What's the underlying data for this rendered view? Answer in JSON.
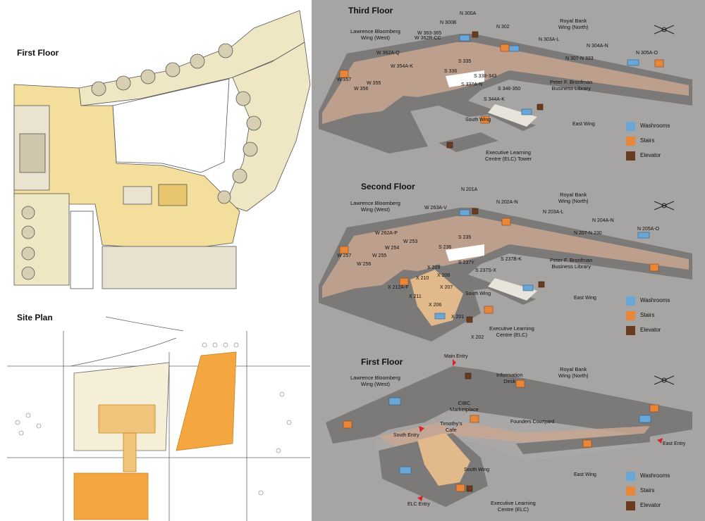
{
  "left": {
    "first_floor_title": "First Floor",
    "site_plan_title": "Site Plan"
  },
  "third_floor": {
    "title": "Third Floor",
    "labels": {
      "n300a": "N 300A",
      "n300b": "N 300B",
      "n302": "N 302",
      "w363": "W 363-365",
      "w362r": "W 362R-CC",
      "w362a": "W 362A-Q",
      "w354": "W 354A-K",
      "w357": "W 357",
      "w355": "W 355",
      "w356": "W 356",
      "s335": "S 335",
      "s336": "S 336",
      "s338": "S 338-343",
      "s337": "S 337A-N",
      "s346": "S 346-350",
      "s344": "S 344A-K",
      "n303": "N 303A-L",
      "n304": "N 304A-N",
      "n305": "N 305A-O",
      "n307": "N 307-N 333",
      "lbw": "Lawrence Bloomberg",
      "lbw2": "Wing (West)",
      "rbw": "Royal Bank",
      "rbw2": "Wing (North)",
      "pfb": "Peter F. Bronfman",
      "pfb2": "Business Library",
      "south": "South Wing",
      "east": "East Wing",
      "elc": "Executive Learning",
      "elc2": "Centre (ELC) Tower"
    }
  },
  "second_floor": {
    "title": "Second Floor",
    "labels": {
      "n201a": "N 201A",
      "w263": "W 263A-V",
      "n202": "N 202A-N",
      "n203": "N 203A-L",
      "n204": "N 204A-N",
      "n205": "N 205A-O",
      "n207": "N 207-N 230",
      "w262": "W 262A-P",
      "w253": "W 253",
      "w254": "W 254",
      "w255": "W 255",
      "w257": "W 257",
      "w256": "W 256",
      "s235": "S 235",
      "s236": "S 236",
      "s237b": "S 237B-K",
      "s237y": "S 237Y",
      "s237s": "S 237S-X",
      "x209": "X 209",
      "x210": "X 210",
      "x208": "X 208",
      "x212": "X 212A-F",
      "x207": "X 207",
      "x211": "X 211",
      "x206": "X 206",
      "x201": "X 201",
      "x202": "X 202",
      "lbw": "Lawrence Bloomberg",
      "lbw2": "Wing (West)",
      "rbw": "Royal Bank",
      "rbw2": "Wing (North)",
      "pfb": "Peter F. Bronfman",
      "pfb2": "Business Library",
      "south": "South Wing",
      "east": "East Wing",
      "elc": "Executive Learning",
      "elc2": "Centre (ELC)"
    }
  },
  "first_floor": {
    "title": "First Floor",
    "labels": {
      "main_entry": "Main Entry",
      "info": "Information",
      "info2": "Desk",
      "lbw": "Lawrence Bloomberg",
      "lbw2": "Wing (West)",
      "rbw": "Royal Bank",
      "rbw2": "Wing (North)",
      "cibc": "CIBC",
      "cibc2": "Marketplace",
      "timothy": "Timothy's",
      "timothy2": "Cafe",
      "founders": "Founders Courtyard",
      "south_entry": "South Entry",
      "east_entry": "East Entry",
      "south": "South Wing",
      "east": "East Wing",
      "elc_entry": "ELC Entry",
      "elc": "Executive Learning",
      "elc2": "Centre (ELC)"
    }
  },
  "legend": {
    "washrooms": "Washrooms",
    "stairs": "Stairs",
    "elevator": "Elevator"
  },
  "colors": {
    "room_grey": "#7b7a78",
    "corridor": "#c9a690",
    "washroom": "#6aa6d6",
    "stairs": "#e8873a",
    "elevator": "#6b3b20",
    "plan_fill": "#f3dda0",
    "site_orange": "#f4a640"
  }
}
